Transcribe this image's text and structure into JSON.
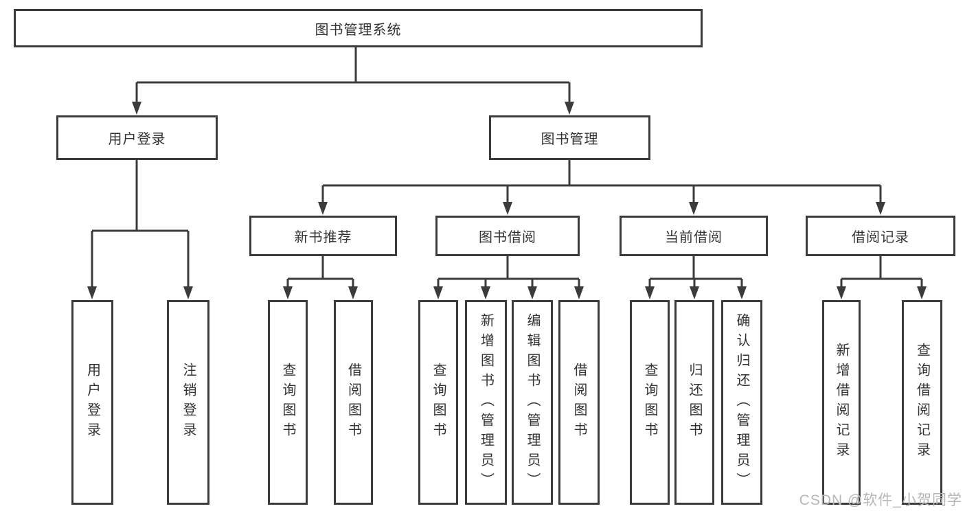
{
  "tree": {
    "root": {
      "label": "图书管理系统",
      "children": [
        {
          "label": "用户登录",
          "children": [
            {
              "label": "用户登录"
            },
            {
              "label": "注销登录"
            }
          ]
        },
        {
          "label": "图书管理",
          "children": [
            {
              "label": "新书推荐",
              "children": [
                {
                  "label": "查询图书"
                },
                {
                  "label": "借阅图书"
                }
              ]
            },
            {
              "label": "图书借阅",
              "children": [
                {
                  "label": "查询图书"
                },
                {
                  "label": "新增图书（管理员）"
                },
                {
                  "label": "编辑图书（管理员）"
                },
                {
                  "label": "借阅图书"
                }
              ]
            },
            {
              "label": "当前借阅",
              "children": [
                {
                  "label": "查询图书"
                },
                {
                  "label": "归还图书"
                },
                {
                  "label": "确认归还（管理员）"
                }
              ]
            },
            {
              "label": "借阅记录",
              "children": [
                {
                  "label": "新增借阅记录"
                },
                {
                  "label": "查询借阅记录"
                }
              ]
            }
          ]
        }
      ]
    }
  },
  "watermark": {
    "text": "CSDN @软件_小贺同学"
  },
  "colors": {
    "line": "#3b3b3b",
    "text": "#333333",
    "watermark": "#b6b6b6",
    "background": "#ffffff"
  }
}
